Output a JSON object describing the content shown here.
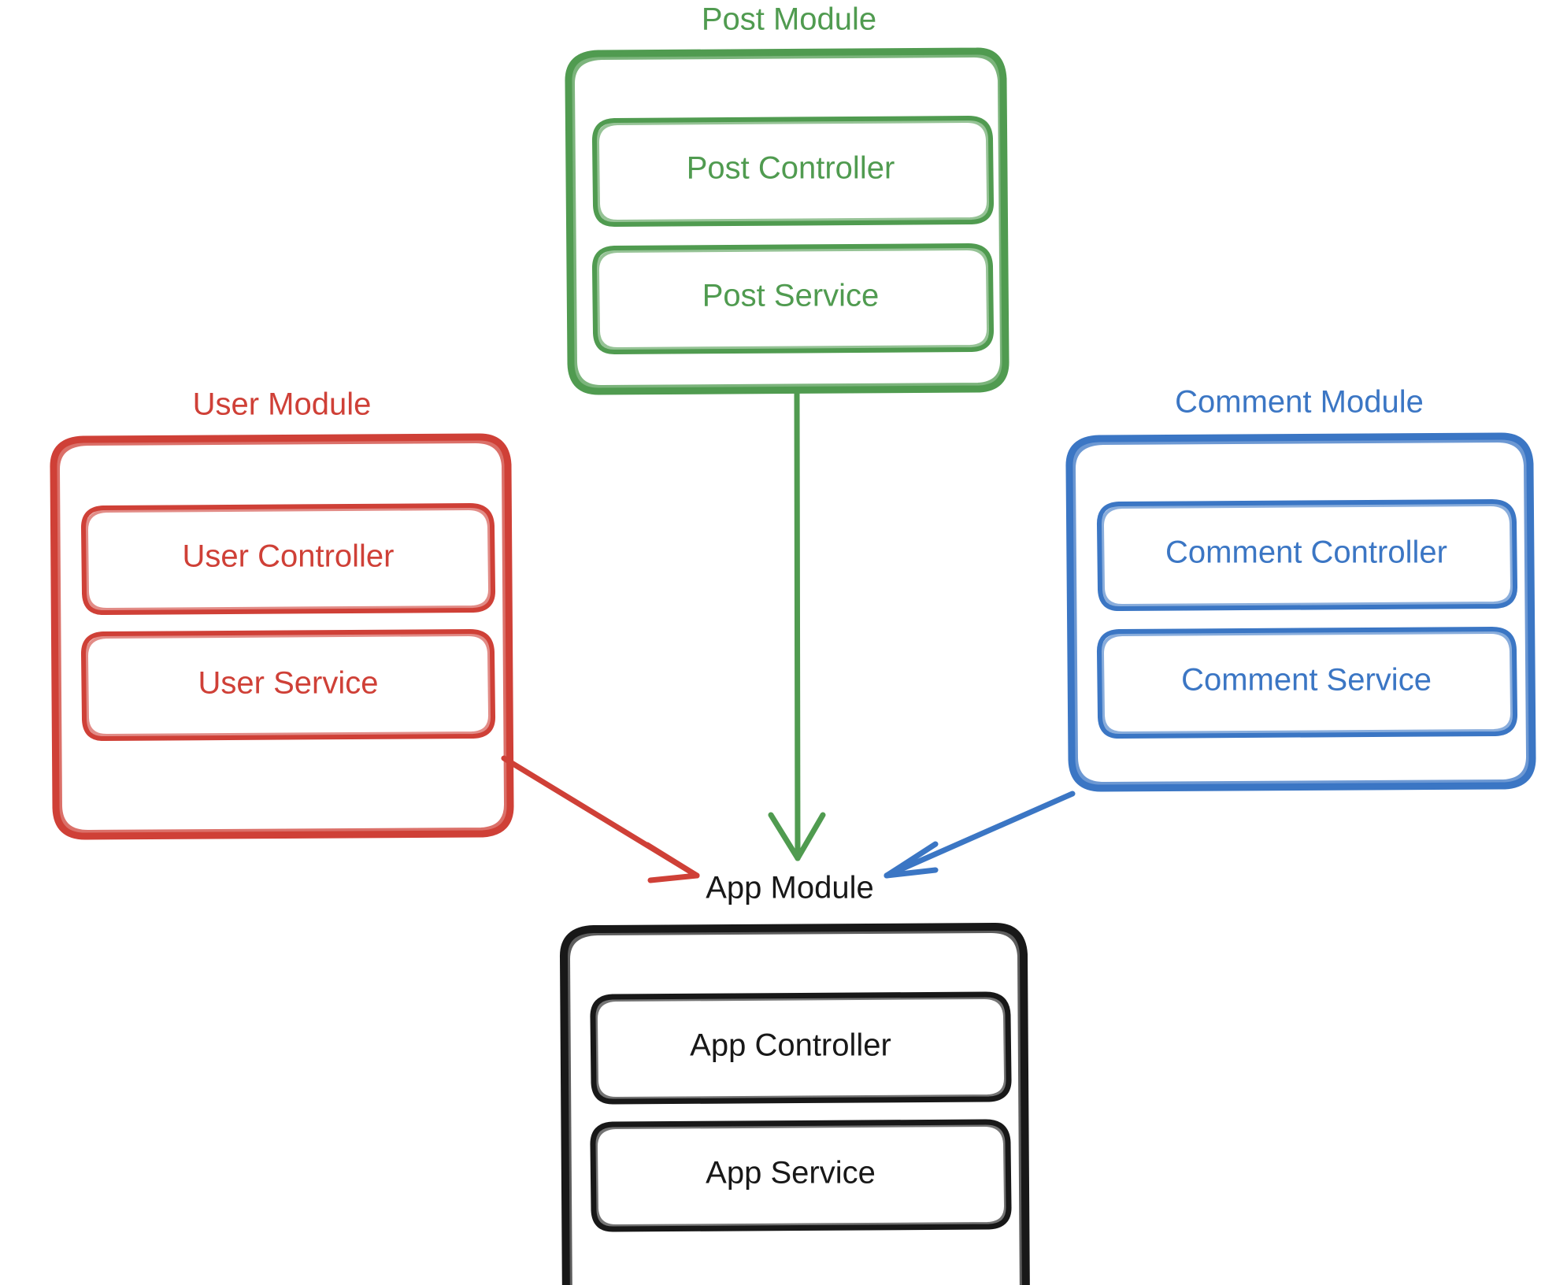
{
  "diagram": {
    "type": "architecture-module-diagram",
    "style": "hand-drawn",
    "background": "#ffffff",
    "colors": {
      "user": "#cf4037",
      "post": "#509b50",
      "comment": "#3b76c4",
      "app": "#181818"
    },
    "modules": [
      {
        "id": "post-module",
        "title": "Post Module",
        "color": "#509b50",
        "children": [
          {
            "id": "post-controller",
            "label": "Post Controller"
          },
          {
            "id": "post-service",
            "label": "Post Service"
          }
        ]
      },
      {
        "id": "user-module",
        "title": "User Module",
        "color": "#cf4037",
        "children": [
          {
            "id": "user-controller",
            "label": "User Controller"
          },
          {
            "id": "user-service",
            "label": "User Service"
          }
        ]
      },
      {
        "id": "comment-module",
        "title": "Comment Module",
        "color": "#3b76c4",
        "children": [
          {
            "id": "comment-controller",
            "label": "Comment Controller"
          },
          {
            "id": "comment-service",
            "label": "Comment Service"
          }
        ]
      },
      {
        "id": "app-module",
        "title": "App Module",
        "color": "#181818",
        "children": [
          {
            "id": "app-controller",
            "label": "App Controller"
          },
          {
            "id": "app-service",
            "label": "App Service"
          }
        ]
      }
    ],
    "connections": [
      {
        "id": "user-to-app",
        "from": "User Module",
        "to": "App Module",
        "color": "#cf4037"
      },
      {
        "id": "post-to-app",
        "from": "Post Module",
        "to": "App Module",
        "color": "#509b50"
      },
      {
        "id": "comment-to-app",
        "from": "Comment Module",
        "to": "App Module",
        "color": "#3b76c4"
      }
    ]
  }
}
